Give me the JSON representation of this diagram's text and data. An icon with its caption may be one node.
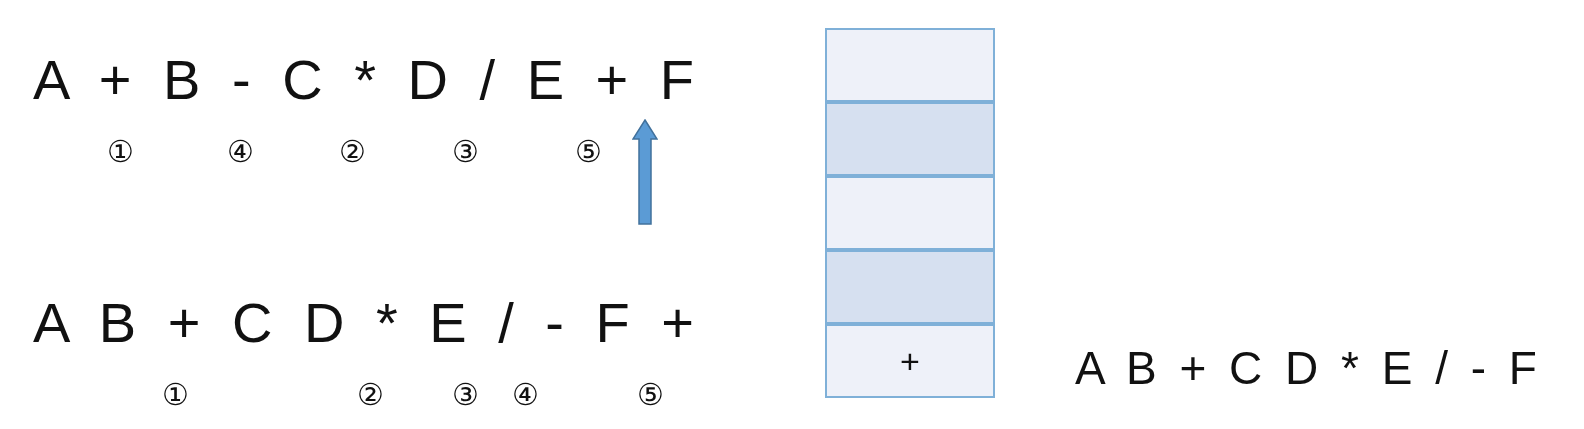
{
  "diagram": {
    "nodes": [
      {
        "text": [],
        "shape": "box"
      },
      {
        "text": [],
        "shape": "box"
      },
      {
        "text": [],
        "shape": "box"
      },
      {
        "text": [],
        "shape": "box"
      },
      {
        "text": [
          "+"
        ]
      }
    ],
    "labels": [
      "A + B - C * D / E + F",
      "①",
      "④",
      "②",
      "③",
      "⑤",
      "A B + C D * E / - F +",
      "①",
      "②",
      "③",
      "④",
      "⑤",
      "A B + C D * E / - F"
    ]
  }
}
